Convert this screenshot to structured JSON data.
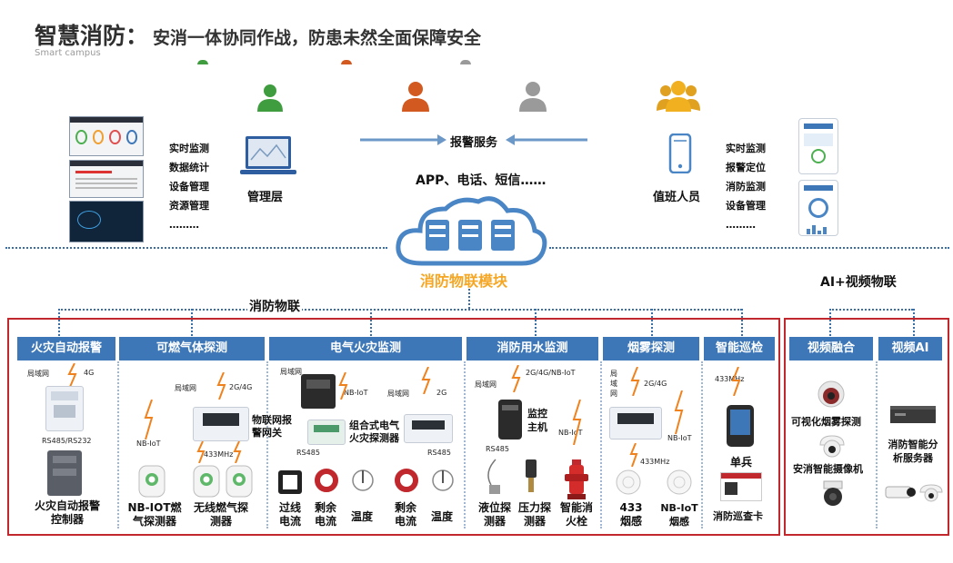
{
  "header": {
    "title": "智慧消防：",
    "subtitle_text": "安消一体协同作战，防患未然全面保障安全",
    "tagline": "Smart campus"
  },
  "top": {
    "left_menu": [
      "实时监测",
      "数据统计",
      "设备管理",
      "资源管理",
      "………"
    ],
    "right_menu": [
      "实时监测",
      "报警定位",
      "消防监测",
      "设备管理",
      "………"
    ],
    "admin_label": "管理层",
    "alarm_service": "报警服务",
    "channels": "APP、电话、短信……",
    "duty_label": "值班人员",
    "module_label": "消防物联模块",
    "iot_label": "消防物联",
    "ai_video_label": "AI+视频物联"
  },
  "columns": {
    "fire_alarm": {
      "title": "火灾自动报警",
      "net1": "局域网",
      "net2": "4G",
      "bus": "RS485/RS232",
      "device": "火灾自动报警控制器"
    },
    "gas": {
      "title": "可燃气体探测",
      "net1": "局域网",
      "net2": "2G/4G",
      "gateway": "物联网报警网关",
      "nbiot": "NB-IoT",
      "freq": "433MHz",
      "dev1": "NB-IOT燃气探测器",
      "dev2": "无线燃气探测器"
    },
    "electric": {
      "title": "电气火灾监测",
      "net1": "局域网",
      "nbiot": "NB-IoT",
      "net2": "局域网",
      "net3": "2G",
      "combo": "组合式电气火灾探测器",
      "rs485a": "RS485",
      "rs485b": "RS485",
      "items": [
        "过线电流",
        "剩余电流",
        "温度",
        "剩余电流",
        "温度"
      ]
    },
    "water": {
      "title": "消防用水监测",
      "net1": "局域网",
      "net2": "2G/4G/NB-IoT",
      "host": "监控主机",
      "nbiot": "NB-IoT",
      "rs485": "RS485",
      "items": [
        "液位探测器",
        "压力探测器",
        "智能消火栓"
      ]
    },
    "smoke": {
      "title": "烟雾探测",
      "net1": "局域网",
      "net2": "2G/4G",
      "freq": "433MHz",
      "nbiot": "NB-IoT",
      "items": [
        "433烟感",
        "NB-IoT烟感"
      ]
    },
    "patrol": {
      "title": "智能巡检",
      "freq": "433MHz",
      "soldier": "单兵",
      "card": "消防巡查卡"
    },
    "video_fusion": {
      "title": "视频融合",
      "items": [
        "可视化烟雾探测",
        "安消智能摄像机"
      ]
    },
    "video_ai": {
      "title": "视频AI",
      "items": [
        "消防智能分析服务器"
      ]
    }
  },
  "colors": {
    "header_blue": "#3d77b8",
    "frame_red": "#c0282d",
    "module_orange": "#f5a623",
    "lightning": "#f0821e",
    "cloud_blue": "#4a86c5"
  }
}
